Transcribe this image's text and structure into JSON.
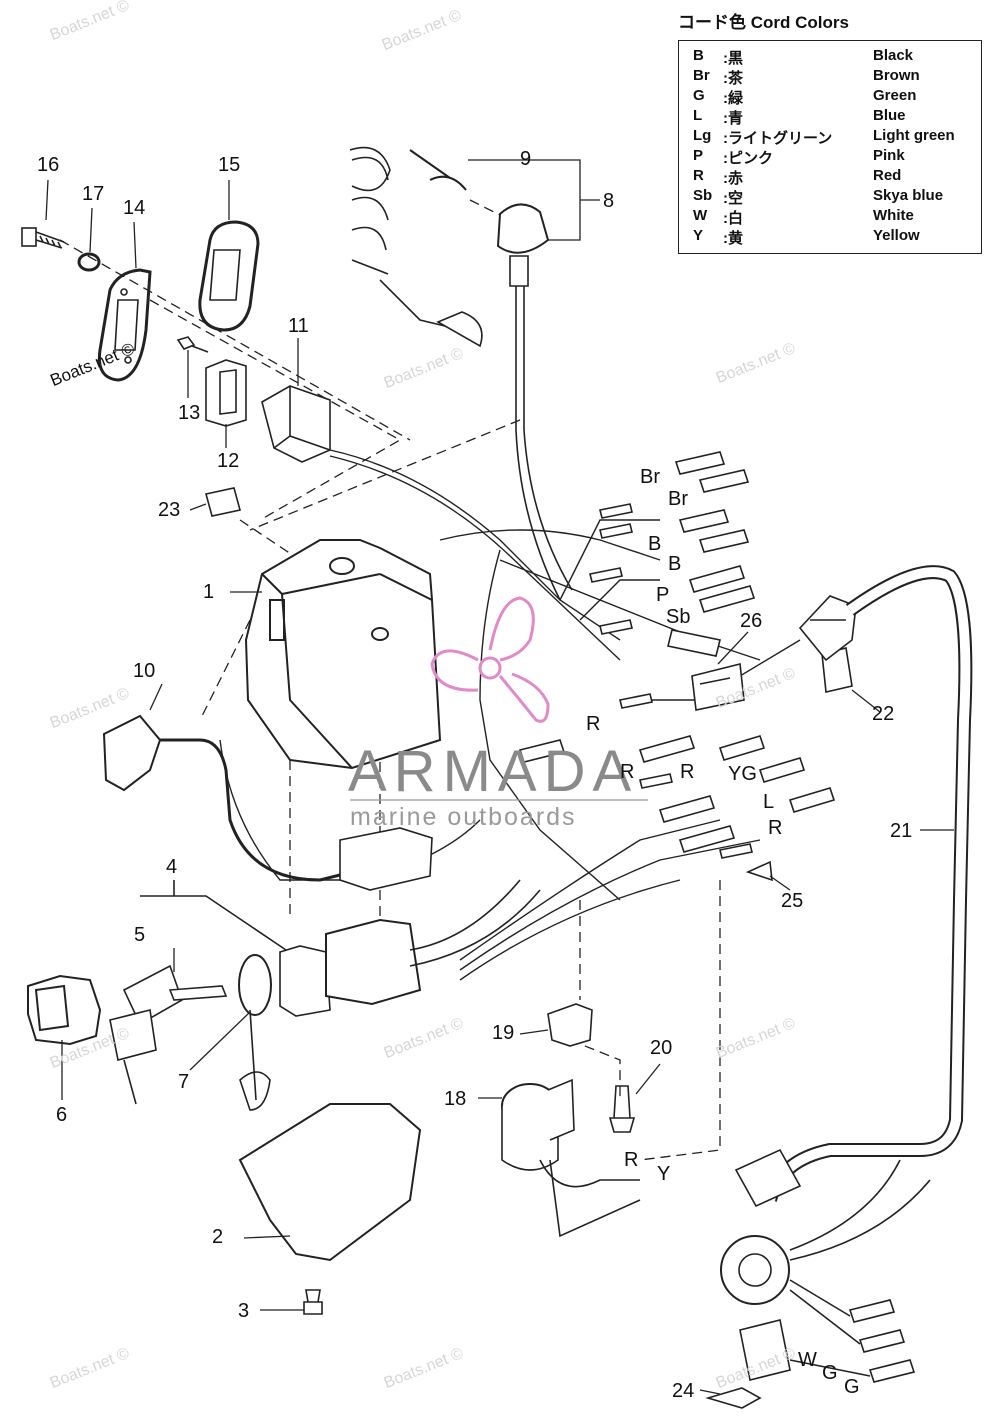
{
  "legend": {
    "title": "コード色 Cord Colors",
    "rows": [
      {
        "code": "B",
        "jp": ":黒",
        "en": "Black"
      },
      {
        "code": "Br",
        "jp": ":茶",
        "en": "Brown"
      },
      {
        "code": "G",
        "jp": ":緑",
        "en": "Green"
      },
      {
        "code": "L",
        "jp": ":青",
        "en": "Blue"
      },
      {
        "code": "Lg",
        "jp": ":ライトグリーン",
        "en": "Light green"
      },
      {
        "code": "P",
        "jp": ":ピンク",
        "en": "Pink"
      },
      {
        "code": "R",
        "jp": ":赤",
        "en": "Red"
      },
      {
        "code": "Sb",
        "jp": ":空",
        "en": "Skya blue"
      },
      {
        "code": "W",
        "jp": ":白",
        "en": "White"
      },
      {
        "code": "Y",
        "jp": ":黄",
        "en": "Yellow"
      }
    ]
  },
  "callouts": {
    "c1": "1",
    "c2": "2",
    "c3": "3",
    "c4": "4",
    "c5": "5",
    "c6": "6",
    "c7": "7",
    "c8": "8",
    "c9": "9",
    "c10": "10",
    "c11": "11",
    "c12": "12",
    "c13": "13",
    "c14": "14",
    "c15": "15",
    "c16": "16",
    "c17": "17",
    "c18": "18",
    "c19": "19",
    "c20": "20",
    "c21": "21",
    "c22": "22",
    "c23": "23",
    "c24": "24",
    "c25": "25",
    "c26": "26"
  },
  "wire_labels": {
    "br1": "Br",
    "br2": "Br",
    "b1": "B",
    "b2": "B",
    "p": "P",
    "sb": "Sb",
    "r1": "R",
    "r2": "R",
    "r3": "R",
    "yg": "YG",
    "l": "L",
    "r4": "R",
    "r5": "R",
    "y": "Y",
    "w": "W",
    "g1": "G",
    "g2": "G"
  },
  "watermark": {
    "text": "Boats.net ©",
    "brand_name": "ARMADA",
    "brand_tagline": "marine outboards",
    "brand_color": "#e08ac8"
  }
}
